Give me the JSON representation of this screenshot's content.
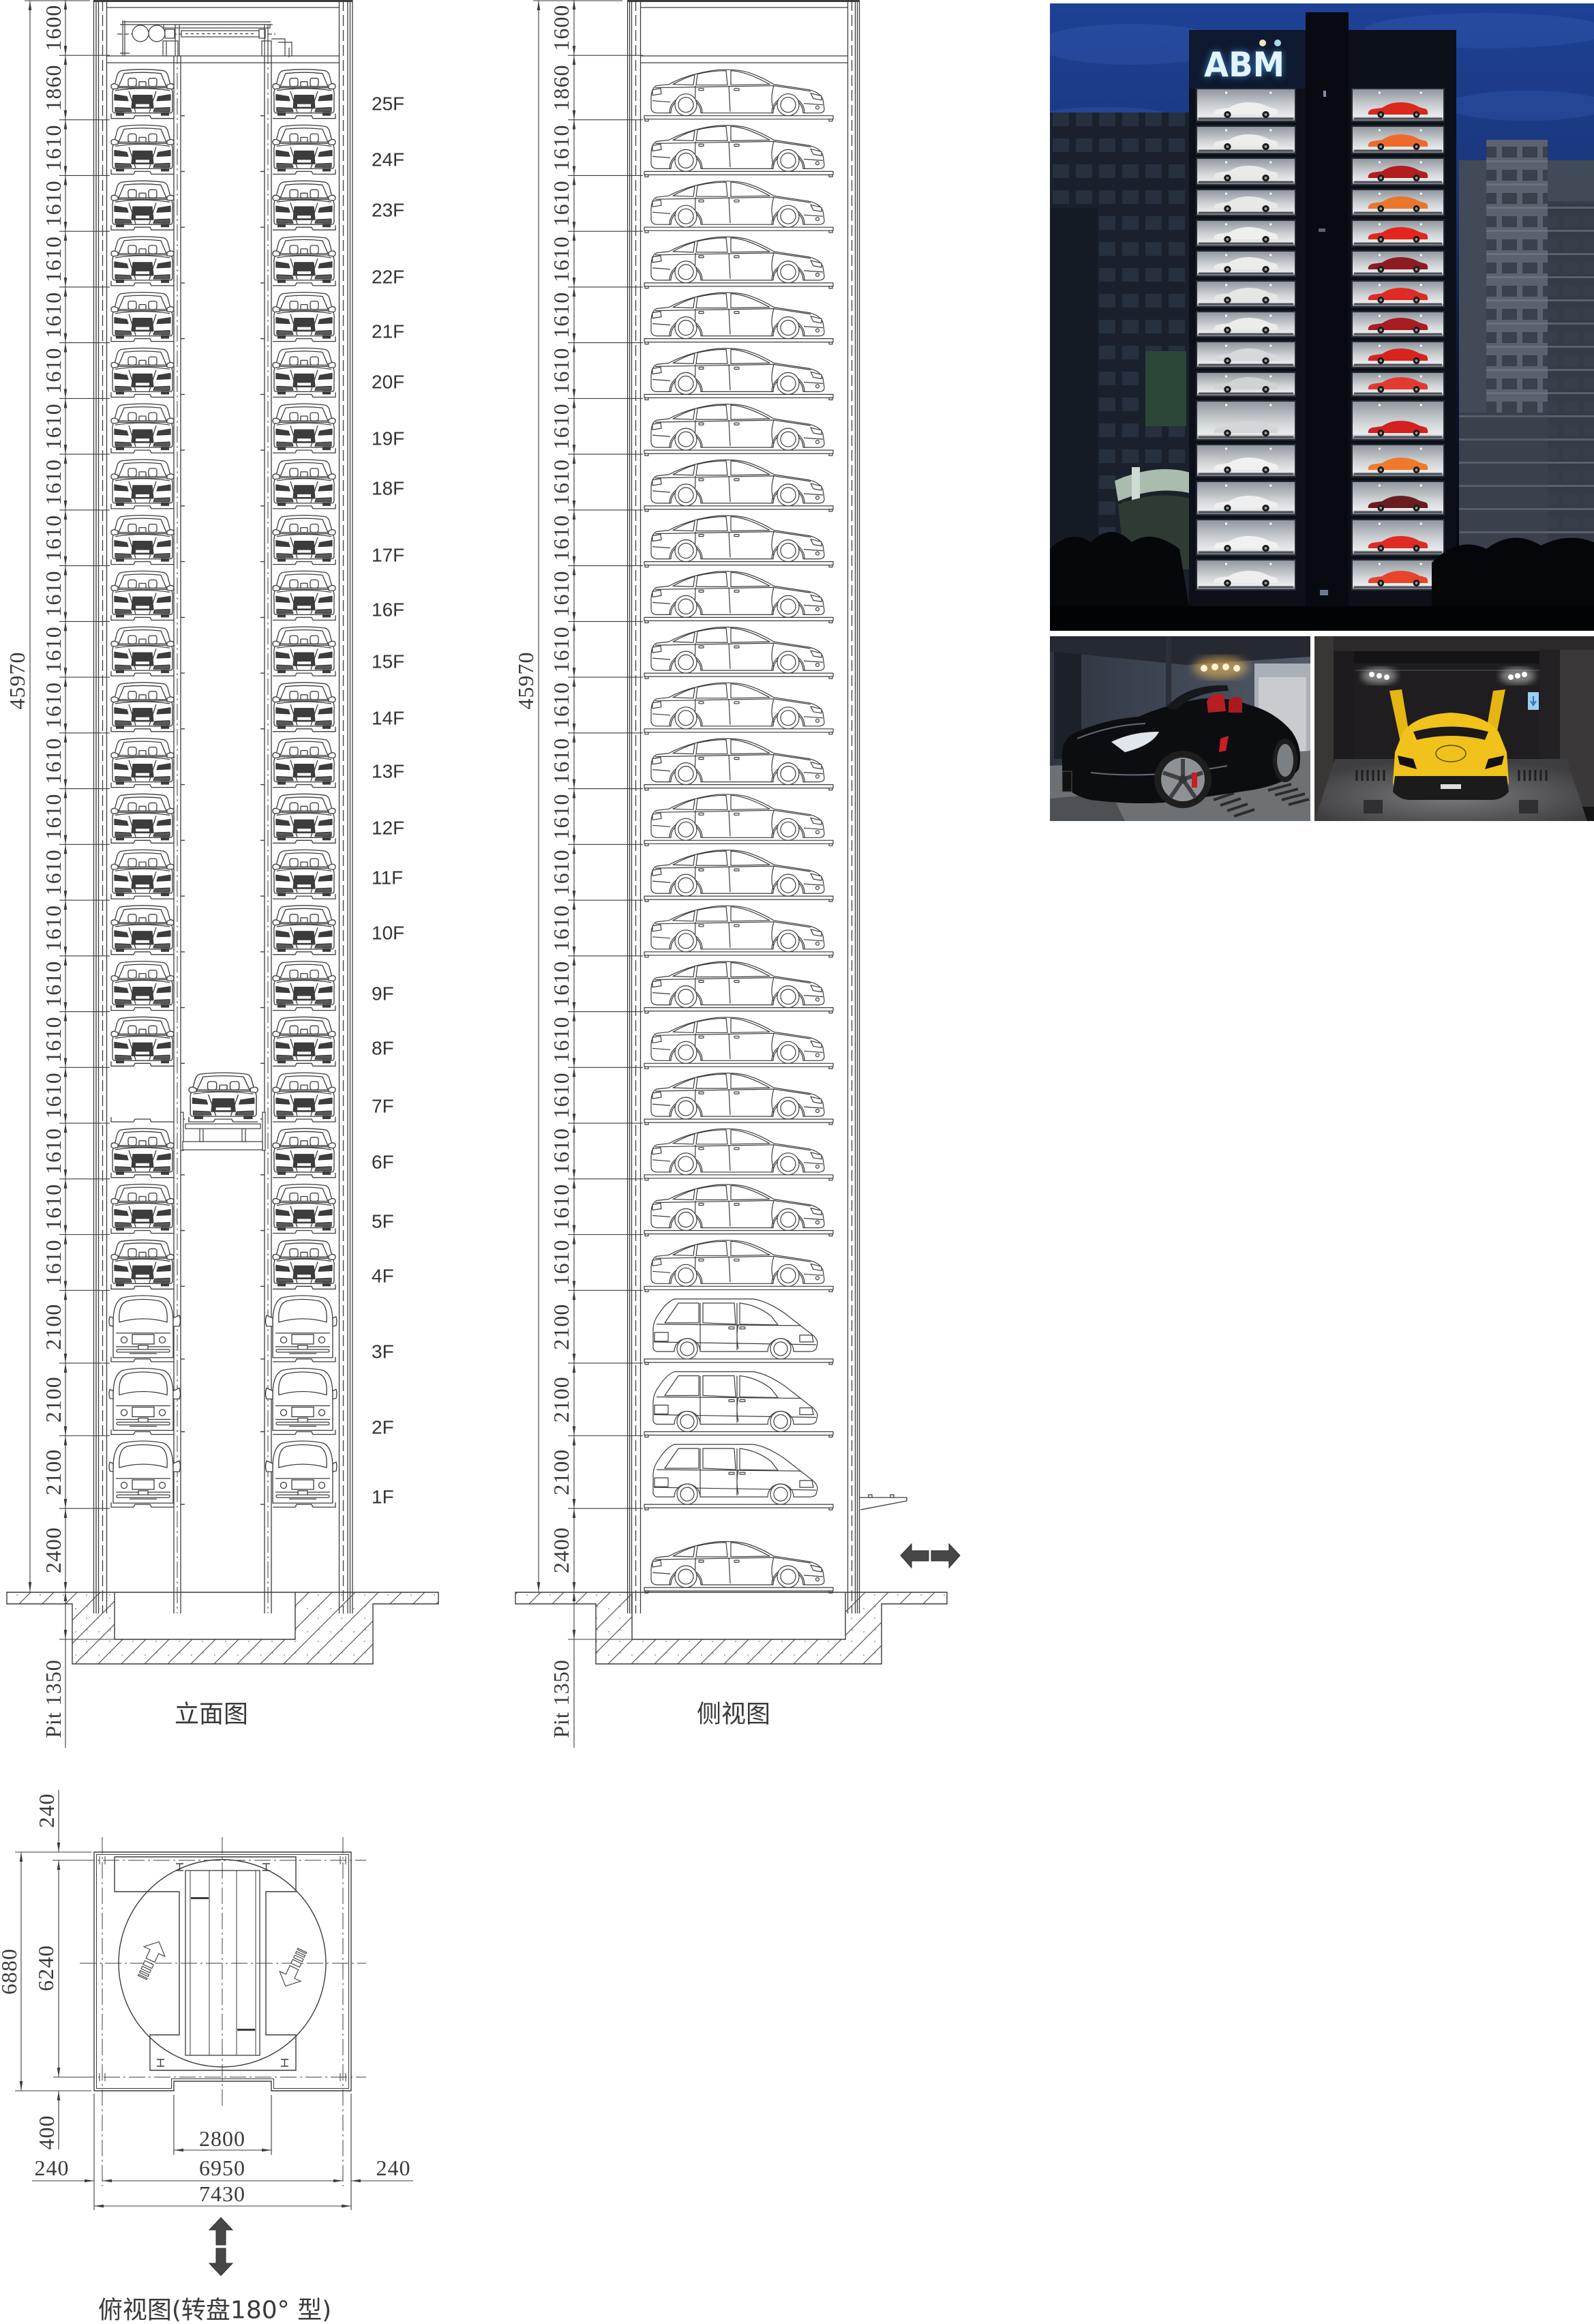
{
  "elevation_view": {
    "title": "立面图",
    "total_height": "45970",
    "machine_room_height": "1600",
    "entry_level_height": "2400",
    "pit_label": "Pit 1350",
    "lift_car_floor": "7F",
    "vacant_bays": [
      {
        "floor": "7F",
        "side": "left"
      }
    ],
    "floors": [
      {
        "label": "25F",
        "height": "1860",
        "vehicle": "sedan"
      },
      {
        "label": "24F",
        "height": "1610",
        "vehicle": "sedan"
      },
      {
        "label": "23F",
        "height": "1610",
        "vehicle": "sedan"
      },
      {
        "label": "22F",
        "height": "1610",
        "vehicle": "sedan"
      },
      {
        "label": "21F",
        "height": "1610",
        "vehicle": "sedan"
      },
      {
        "label": "20F",
        "height": "1610",
        "vehicle": "sedan"
      },
      {
        "label": "19F",
        "height": "1610",
        "vehicle": "sedan"
      },
      {
        "label": "18F",
        "height": "1610",
        "vehicle": "sedan"
      },
      {
        "label": "17F",
        "height": "1610",
        "vehicle": "sedan"
      },
      {
        "label": "16F",
        "height": "1610",
        "vehicle": "sedan"
      },
      {
        "label": "15F",
        "height": "1610",
        "vehicle": "sedan"
      },
      {
        "label": "14F",
        "height": "1610",
        "vehicle": "sedan"
      },
      {
        "label": "13F",
        "height": "1610",
        "vehicle": "sedan"
      },
      {
        "label": "12F",
        "height": "1610",
        "vehicle": "sedan"
      },
      {
        "label": "11F",
        "height": "1610",
        "vehicle": "sedan"
      },
      {
        "label": "10F",
        "height": "1610",
        "vehicle": "sedan"
      },
      {
        "label": "9F",
        "height": "1610",
        "vehicle": "sedan"
      },
      {
        "label": "8F",
        "height": "1610",
        "vehicle": "sedan"
      },
      {
        "label": "7F",
        "height": "1610",
        "vehicle": "sedan"
      },
      {
        "label": "6F",
        "height": "1610",
        "vehicle": "sedan"
      },
      {
        "label": "5F",
        "height": "1610",
        "vehicle": "sedan"
      },
      {
        "label": "4F",
        "height": "1610",
        "vehicle": "sedan"
      },
      {
        "label": "3F",
        "height": "2100",
        "vehicle": "mpv"
      },
      {
        "label": "2F",
        "height": "2100",
        "vehicle": "mpv"
      },
      {
        "label": "1F",
        "height": "2100",
        "vehicle": "mpv"
      }
    ]
  },
  "side_view": {
    "title": "侧视图",
    "total_height": "45970",
    "pit_label": "Pit 1350",
    "entry_vehicle": "sedan",
    "entry_direction_icon": "double-arrow-horizontal",
    "level_heights": [
      "1600",
      "1860",
      "1610",
      "1610",
      "1610",
      "1610",
      "1610",
      "1610",
      "1610",
      "1610",
      "1610",
      "1610",
      "1610",
      "1610",
      "1610",
      "1610",
      "1610",
      "1610",
      "1610",
      "1610",
      "1610",
      "1610",
      "1610",
      "2100",
      "2100",
      "2100",
      "2400"
    ]
  },
  "plan_view": {
    "title": "俯视图(转盘180° 型)",
    "entry_direction_icon": "double-arrow-vertical",
    "dimensions": {
      "rear_clearance": "240",
      "inner_depth": "6240",
      "overall_depth": "6880",
      "front_clearance": "400",
      "entrance_width": "2800",
      "left_wall": "240",
      "inner_width": "6950",
      "right_wall": "240",
      "overall_width": "7430"
    }
  },
  "photos": {
    "tower": {
      "sign_text": "ABM",
      "sign_dot_colors": [
        "#efe4c4",
        "#a9dde9"
      ],
      "left_bay_car_colors": [
        "#efefed",
        "#ededeb",
        "#eaeae8",
        "#e8e8e6",
        "#efefed",
        "#ececea",
        "#e6e6e4",
        "#ececea",
        "#d6d9dc",
        "#cfd3d6",
        "#d3d6d9",
        "#f1f1f1",
        "#efefef",
        "#f1f1f1",
        "#eeeeee"
      ],
      "right_bay_car_colors": [
        "#d9281e",
        "#ef6a2a",
        "#b21d1d",
        "#e8772c",
        "#e2261c",
        "#8e1b22",
        "#e02a24",
        "#a81c22",
        "#d9231d",
        "#e23a30",
        "#d42020",
        "#f07a2a",
        "#6a1c1e",
        "#e02a24",
        "#e8442a"
      ]
    },
    "bay_black_car": {
      "car_color": "#0c0d10",
      "interior_color": "#b81d24"
    },
    "bay_yellow_car": {
      "car_color": "#f0c21b"
    }
  },
  "colors": {
    "drawing_line": "#3c3c3c",
    "drawing_text": "#3a3a3a",
    "direction_arrow": "#474747",
    "sky": "#1e4196",
    "sign_text": "#e2f4fc"
  }
}
